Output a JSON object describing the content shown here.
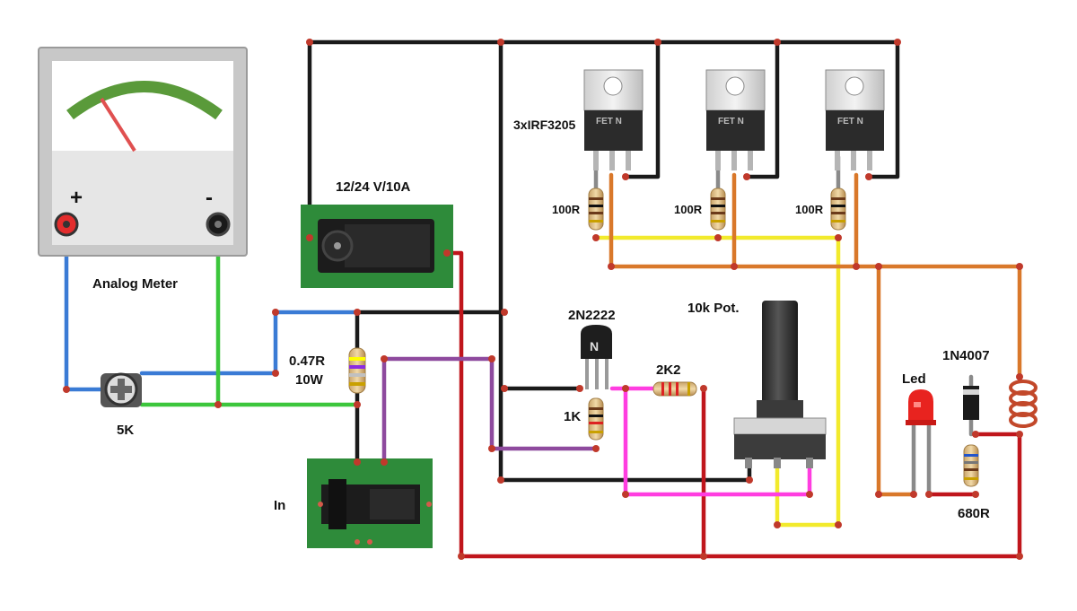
{
  "labels": {
    "meter": "Analog Meter",
    "meter_plus": "+",
    "meter_minus": "-",
    "trimmer": "5K",
    "supply": "12/24 V/10A",
    "shunt_value": "0.47R",
    "shunt_power": "10W",
    "input": "In",
    "mosfets": "3xIRF3205",
    "gate_resistor_1": "100R",
    "gate_resistor_2": "100R",
    "gate_resistor_3": "100R",
    "transistor": "2N2222",
    "resistor_2k2": "2K2",
    "resistor_1k": "1K",
    "pot": "10k Pot.",
    "led": "Led",
    "diode": "1N4007",
    "led_resistor": "680R",
    "fet_text_1": "FET N",
    "fet_text_2": "FET N",
    "fet_text_3": "FET N"
  },
  "colors": {
    "black_wire": "#1a1a1a",
    "blue_wire": "#3a7bd5",
    "green_wire": "#3cc63c",
    "red_wire": "#c0161c",
    "yellow_wire": "#f2ea2c",
    "orange_wire": "#d9782a",
    "purple_wire": "#8e4a9e",
    "magenta_wire": "#ff3de0",
    "pcb": "#2e8b3a",
    "meter_arc": "#5a9a3a",
    "needle": "#e05050",
    "led": "#e8231f",
    "coil": "#c2482a"
  }
}
